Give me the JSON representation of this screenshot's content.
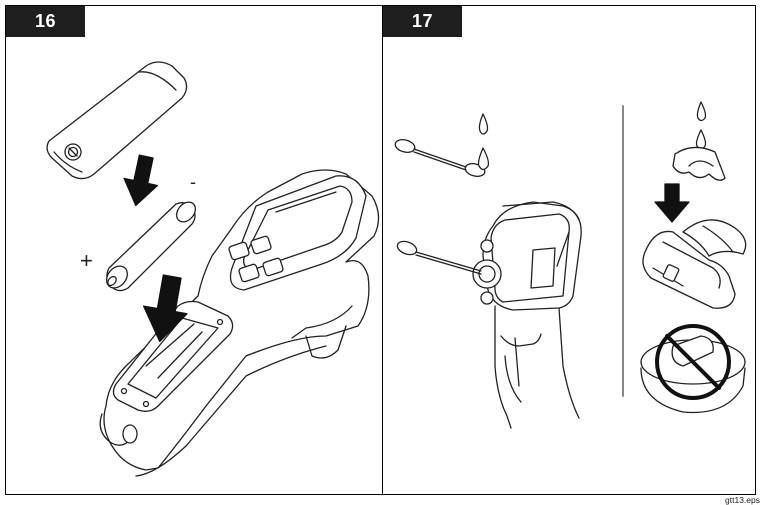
{
  "panels": [
    {
      "step": "16",
      "minus_sign": "-",
      "plus_sign": "+"
    },
    {
      "step": "17"
    }
  ],
  "footer": {
    "filename": "gtt13.eps"
  }
}
